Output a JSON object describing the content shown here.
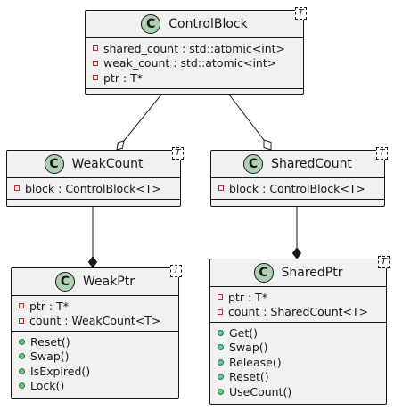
{
  "classes": {
    "control_block": {
      "name": "ControlBlock",
      "template": "T",
      "fields": [
        "shared_count : std::atomic<int>",
        "weak_count : std::atomic<int>",
        "ptr : T*"
      ],
      "methods": []
    },
    "weak_count": {
      "name": "WeakCount",
      "template": "T",
      "fields": [
        "block : ControlBlock<T>"
      ],
      "methods": []
    },
    "shared_count": {
      "name": "SharedCount",
      "template": "T",
      "fields": [
        "block : ControlBlock<T>"
      ],
      "methods": []
    },
    "weak_ptr": {
      "name": "WeakPtr",
      "template": "T",
      "fields": [
        "ptr : T*",
        "count : WeakCount<T>"
      ],
      "methods": [
        "Reset()",
        "Swap()",
        "IsExpired()",
        "Lock()"
      ]
    },
    "shared_ptr": {
      "name": "SharedPtr",
      "template": "T",
      "fields": [
        "ptr : T*",
        "count : SharedCount<T>"
      ],
      "methods": [
        "Get()",
        "Swap()",
        "Release()",
        "Reset()",
        "UseCount()"
      ]
    }
  },
  "relations": [
    {
      "from": "control_block",
      "to": "weak_count",
      "kind": "aggregation"
    },
    {
      "from": "control_block",
      "to": "shared_count",
      "kind": "aggregation"
    },
    {
      "from": "weak_count",
      "to": "weak_ptr",
      "kind": "composition"
    },
    {
      "from": "shared_count",
      "to": "shared_ptr",
      "kind": "composition"
    }
  ],
  "class_icon_letter": "C",
  "colors": {
    "class_bg": "#f1f1f1",
    "border": "#181818",
    "icon_bg": "#add1b2",
    "private_marker": "#c82930",
    "public_marker_fill": "#84be84",
    "public_marker_stroke": "#038048"
  }
}
